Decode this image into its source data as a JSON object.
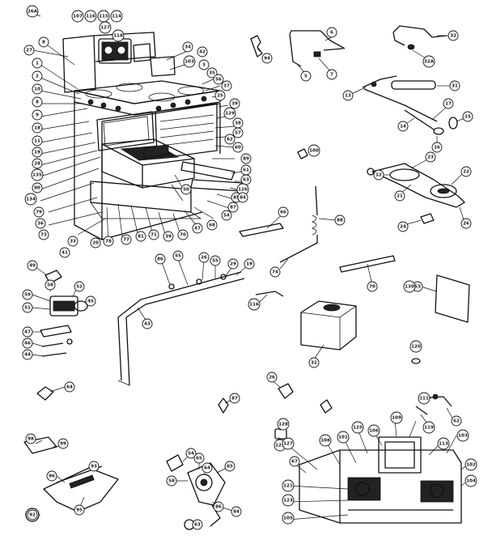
{
  "diagram": {
    "callouts": [
      {
        "id": "c26a",
        "label": "26A"
      },
      {
        "id": "c107a",
        "label": "107"
      },
      {
        "id": "c116a",
        "label": "116"
      },
      {
        "id": "c115a",
        "label": "115"
      },
      {
        "id": "c114a",
        "label": "114"
      },
      {
        "id": "c127t",
        "label": "127"
      },
      {
        "id": "c118a",
        "label": "118"
      },
      {
        "id": "c27a",
        "label": "27"
      },
      {
        "id": "c8a",
        "label": "8"
      },
      {
        "id": "c1a",
        "label": "1"
      },
      {
        "id": "c2a",
        "label": "2"
      },
      {
        "id": "c10a",
        "label": "10"
      },
      {
        "id": "c8b",
        "label": "8"
      },
      {
        "id": "c9a",
        "label": "9"
      },
      {
        "id": "c18a",
        "label": "18"
      },
      {
        "id": "c11a",
        "label": "11"
      },
      {
        "id": "c19a",
        "label": "19"
      },
      {
        "id": "c28a",
        "label": "28"
      },
      {
        "id": "c135a",
        "label": "135"
      },
      {
        "id": "c80a",
        "label": "80"
      },
      {
        "id": "c134a",
        "label": "134"
      },
      {
        "id": "c79a",
        "label": "79"
      },
      {
        "id": "c36a",
        "label": "36"
      },
      {
        "id": "c73a",
        "label": "73"
      },
      {
        "id": "c33a",
        "label": "33"
      },
      {
        "id": "c41a",
        "label": "41"
      },
      {
        "id": "c34a",
        "label": "34"
      },
      {
        "id": "c42a",
        "label": "42"
      },
      {
        "id": "c103a",
        "label": "103"
      },
      {
        "id": "c3a",
        "label": "3"
      },
      {
        "id": "c35a",
        "label": "35"
      },
      {
        "id": "c56a",
        "label": "56"
      },
      {
        "id": "c37a",
        "label": "37"
      },
      {
        "id": "c25a",
        "label": "25"
      },
      {
        "id": "c39a",
        "label": "39"
      },
      {
        "id": "c129a",
        "label": "129"
      },
      {
        "id": "c38a",
        "label": "38"
      },
      {
        "id": "c57a",
        "label": "57"
      },
      {
        "id": "c62a",
        "label": "62"
      },
      {
        "id": "c60a",
        "label": "60"
      },
      {
        "id": "c89a",
        "label": "89"
      },
      {
        "id": "c61a",
        "label": "61"
      },
      {
        "id": "c63a",
        "label": "63"
      },
      {
        "id": "c126a",
        "label": "126"
      },
      {
        "id": "c85a",
        "label": "85"
      },
      {
        "id": "c84a",
        "label": "84"
      },
      {
        "id": "c87a",
        "label": "87"
      },
      {
        "id": "c54a",
        "label": "54"
      },
      {
        "id": "c68a",
        "label": "68"
      },
      {
        "id": "c47a",
        "label": "47"
      },
      {
        "id": "c70a",
        "label": "70"
      },
      {
        "id": "c39b",
        "label": "39"
      },
      {
        "id": "c71a",
        "label": "71"
      },
      {
        "id": "c81a",
        "label": "81"
      },
      {
        "id": "c77a",
        "label": "77"
      },
      {
        "id": "c78a",
        "label": "78"
      },
      {
        "id": "c20a",
        "label": "20"
      },
      {
        "id": "c50a",
        "label": "50"
      },
      {
        "id": "c94a",
        "label": "94"
      },
      {
        "id": "c6a",
        "label": "6"
      },
      {
        "id": "c5a",
        "label": "5"
      },
      {
        "id": "c7a",
        "label": "7"
      },
      {
        "id": "c32a",
        "label": "32"
      },
      {
        "id": "c32b",
        "label": "32A"
      },
      {
        "id": "c13a",
        "label": "13"
      },
      {
        "id": "c31a",
        "label": "31"
      },
      {
        "id": "c17a",
        "label": "17"
      },
      {
        "id": "c14a",
        "label": "14"
      },
      {
        "id": "c15a",
        "label": "15"
      },
      {
        "id": "c16a",
        "label": "16"
      },
      {
        "id": "c100a",
        "label": "100"
      },
      {
        "id": "c23a",
        "label": "23"
      },
      {
        "id": "c12a",
        "label": "12"
      },
      {
        "id": "c22a",
        "label": "22"
      },
      {
        "id": "c21a",
        "label": "21"
      },
      {
        "id": "c24a",
        "label": "24"
      },
      {
        "id": "c26b",
        "label": "26"
      },
      {
        "id": "c66a",
        "label": "66"
      },
      {
        "id": "c88a",
        "label": "88"
      },
      {
        "id": "c74a",
        "label": "74"
      },
      {
        "id": "c70b",
        "label": "70"
      },
      {
        "id": "c53a",
        "label": "53"
      },
      {
        "id": "c130a",
        "label": "130"
      },
      {
        "id": "c49a",
        "label": "49"
      },
      {
        "id": "c58a",
        "label": "58"
      },
      {
        "id": "c52a",
        "label": "52"
      },
      {
        "id": "c59a",
        "label": "59"
      },
      {
        "id": "c51a",
        "label": "51"
      },
      {
        "id": "c45a",
        "label": "45"
      },
      {
        "id": "c47b",
        "label": "47"
      },
      {
        "id": "c46a",
        "label": "46"
      },
      {
        "id": "c44a",
        "label": "44"
      },
      {
        "id": "c86a",
        "label": "86"
      },
      {
        "id": "c55a",
        "label": "55"
      },
      {
        "id": "c26c",
        "label": "26"
      },
      {
        "id": "c55b",
        "label": "55"
      },
      {
        "id": "c29a",
        "label": "29"
      },
      {
        "id": "c19b",
        "label": "19"
      },
      {
        "id": "c43a",
        "label": "43"
      },
      {
        "id": "c116b",
        "label": "116"
      },
      {
        "id": "c32c",
        "label": "32"
      },
      {
        "id": "c120a",
        "label": "120"
      },
      {
        "id": "c64a",
        "label": "64"
      },
      {
        "id": "c26d",
        "label": "26"
      },
      {
        "id": "c87b",
        "label": "87"
      },
      {
        "id": "c111a",
        "label": "111"
      },
      {
        "id": "c62b",
        "label": "62"
      },
      {
        "id": "c119a",
        "label": "119"
      },
      {
        "id": "c128a",
        "label": "128"
      },
      {
        "id": "c122a",
        "label": "122"
      },
      {
        "id": "c127b",
        "label": "127"
      },
      {
        "id": "c108a",
        "label": "108"
      },
      {
        "id": "c101a",
        "label": "101"
      },
      {
        "id": "c125a",
        "label": "125"
      },
      {
        "id": "c106a",
        "label": "106"
      },
      {
        "id": "c109a",
        "label": "109"
      },
      {
        "id": "c113a",
        "label": "113"
      },
      {
        "id": "c102a",
        "label": "102"
      },
      {
        "id": "c104a",
        "label": "104"
      },
      {
        "id": "c67a",
        "label": "67"
      },
      {
        "id": "c121a",
        "label": "121"
      },
      {
        "id": "c123a",
        "label": "123"
      },
      {
        "id": "c105a",
        "label": "105"
      },
      {
        "id": "c103b",
        "label": "103"
      },
      {
        "id": "c98a",
        "label": "98"
      },
      {
        "id": "c99a",
        "label": "99"
      },
      {
        "id": "c93a",
        "label": "93"
      },
      {
        "id": "c96a",
        "label": "96"
      },
      {
        "id": "c95a",
        "label": "95"
      },
      {
        "id": "c92a",
        "label": "92"
      },
      {
        "id": "c54b",
        "label": "54"
      },
      {
        "id": "c65a",
        "label": "65"
      },
      {
        "id": "c64b",
        "label": "64"
      },
      {
        "id": "c65b",
        "label": "65"
      },
      {
        "id": "c58b",
        "label": "58"
      },
      {
        "id": "c63b",
        "label": "63"
      },
      {
        "id": "c84b",
        "label": "84"
      },
      {
        "id": "c86b",
        "label": "86"
      }
    ]
  }
}
